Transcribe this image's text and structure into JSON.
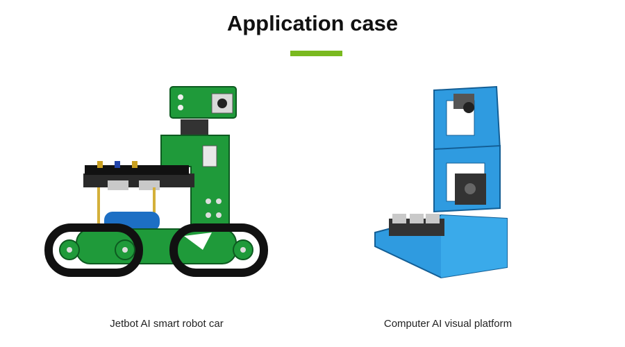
{
  "header": {
    "title": "Application case"
  },
  "cases": [
    {
      "caption": "Jetbot AI smart robot car",
      "illustration": "tracked-robot-car-image"
    },
    {
      "caption": "Computer AI visual platform",
      "illustration": "pan-tilt-camera-platform-image"
    }
  ],
  "colors": {
    "accent": "#7ab91f",
    "robot_green": "#1f9a3a",
    "platform_blue": "#2f9be0"
  }
}
